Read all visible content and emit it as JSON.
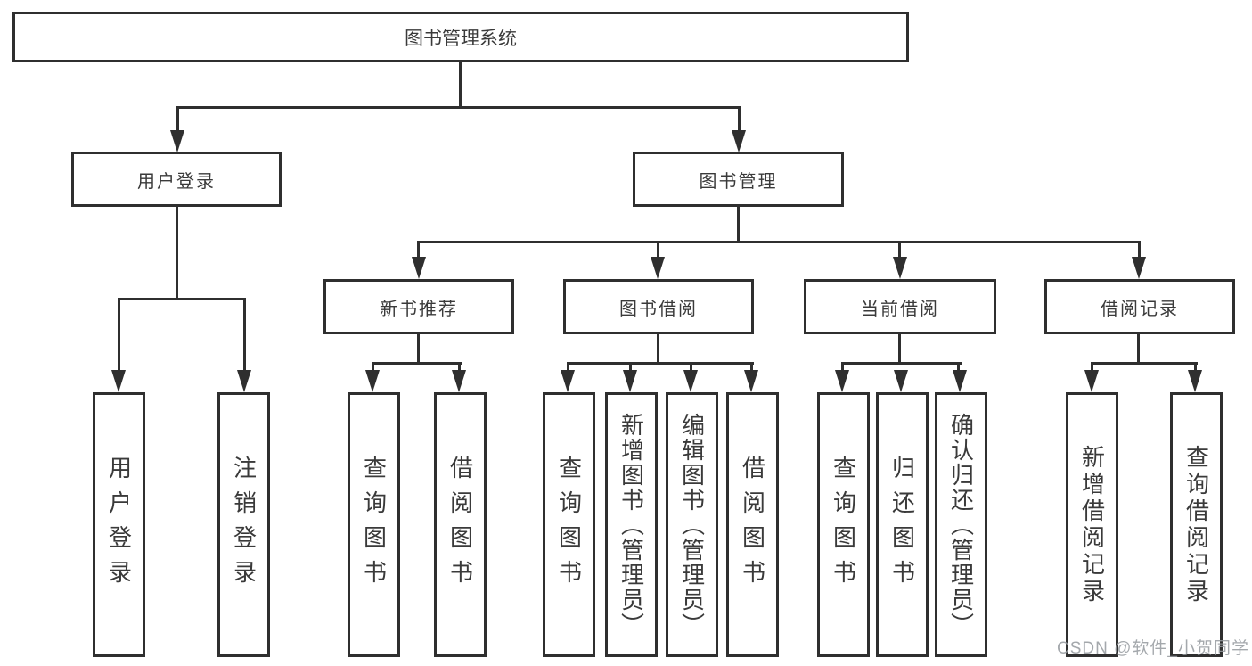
{
  "watermark": "CSDN @软件_小贺同学",
  "colors": {
    "line": "#2f2f2f",
    "text": "#3a3a3a",
    "watermark": "#94999e",
    "background": "#ffffff"
  },
  "tree": {
    "root": "图书管理系统",
    "children": [
      {
        "label": "用户登录",
        "children": [
          "用户登录",
          "注销登录"
        ]
      },
      {
        "label": "图书管理",
        "children": [
          {
            "label": "新书推荐",
            "children": [
              "查询图书",
              "借阅图书"
            ]
          },
          {
            "label": "图书借阅",
            "children": [
              "查询图书",
              "新增图书（管理员）",
              "编辑图书（管理员）",
              "借阅图书"
            ]
          },
          {
            "label": "当前借阅",
            "children": [
              "查询图书",
              "归还图书",
              "确认归还（管理员）"
            ]
          },
          {
            "label": "借阅记录",
            "children": [
              "新增借阅记录",
              "查询借阅记录"
            ]
          }
        ]
      }
    ]
  }
}
